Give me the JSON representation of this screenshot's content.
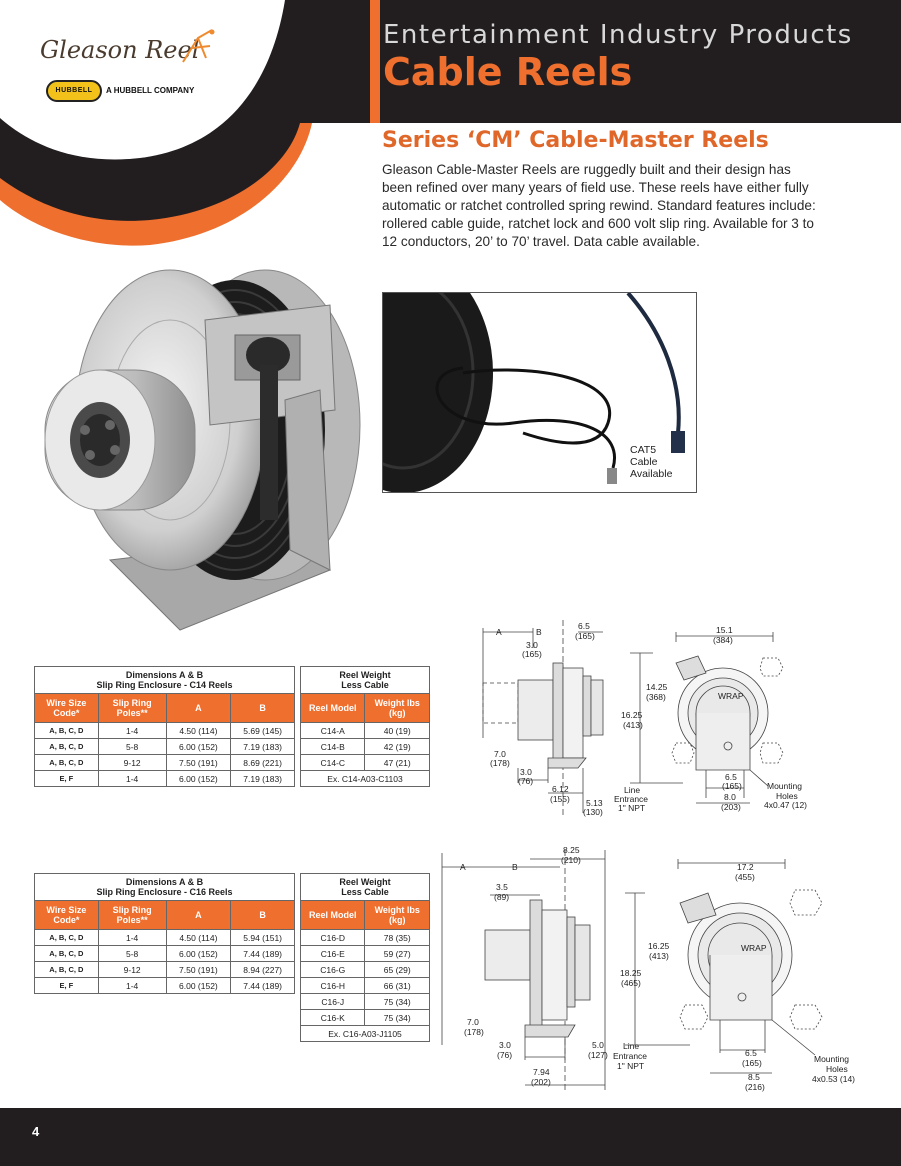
{
  "header": {
    "kicker": "Entertainment Industry Products",
    "title": "Cable Reels"
  },
  "brand": {
    "logo_text": "Gleason Reel",
    "badge": "HUBBELL",
    "subsidiary": "A HUBBELL COMPANY",
    "accent": "#ef6f2e",
    "dark": "#221e1f"
  },
  "intro": {
    "title": "Series ‘CM’ Cable-Master Reels",
    "body": "Gleason Cable-Master Reels are ruggedly built and their design has been refined over many years of field use. These reels have either fully automatic or ratchet controlled spring rewind. Standard features include: rollered cable guide, ratchet lock and 600 volt slip ring. Available for 3 to 12 conductors, 20’ to 70’ travel. Data cable available."
  },
  "cat5": {
    "caption_1": "CAT5",
    "caption_2": "Cable",
    "caption_3": "Available"
  },
  "c14_dim_table": {
    "caption_1": "Dimensions A & B",
    "caption_2": "Slip Ring Enclosure - C14 Reels",
    "col_1": "Wire Size Code*",
    "col_2": "Slip Ring Poles**",
    "col_3": "A",
    "col_4": "B",
    "rows": [
      {
        "code": "A, B, C, D",
        "poles": "1-4",
        "a": "4.50 (114)",
        "b": "5.69 (145)"
      },
      {
        "code": "A, B, C, D",
        "poles": "5-8",
        "a": "6.00 (152)",
        "b": "7.19 (183)"
      },
      {
        "code": "A, B, C, D",
        "poles": "9-12",
        "a": "7.50 (191)",
        "b": "8.69 (221)"
      },
      {
        "code": "E, F",
        "poles": "1-4",
        "a": "6.00 (152)",
        "b": "7.19 (183)"
      }
    ]
  },
  "c14_weight_table": {
    "caption_1": "Reel Weight",
    "caption_2": "Less Cable",
    "col_1": "Reel Model",
    "col_2": "Weight lbs (kg)",
    "rows": [
      {
        "model": "C14-A",
        "weight": "40 (19)"
      },
      {
        "model": "C14-B",
        "weight": "42 (19)"
      },
      {
        "model": "C14-C",
        "weight": "47 (21)"
      }
    ],
    "example": "Ex. C14-A03-C1103"
  },
  "c16_dim_table": {
    "caption_1": "Dimensions A & B",
    "caption_2": "Slip Ring Enclosure - C16 Reels",
    "col_1": "Wire Size Code*",
    "col_2": "Slip Ring Poles**",
    "col_3": "A",
    "col_4": "B",
    "rows": [
      {
        "code": "A, B, C, D",
        "poles": "1-4",
        "a": "4.50 (114)",
        "b": "5.94 (151)"
      },
      {
        "code": "A, B, C, D",
        "poles": "5-8",
        "a": "6.00 (152)",
        "b": "7.44 (189)"
      },
      {
        "code": "A, B, C, D",
        "poles": "9-12",
        "a": "7.50 (191)",
        "b": "8.94 (227)"
      },
      {
        "code": "E, F",
        "poles": "1-4",
        "a": "6.00 (152)",
        "b": "7.44 (189)"
      }
    ]
  },
  "c16_weight_table": {
    "caption_1": "Reel Weight",
    "caption_2": "Less Cable",
    "col_1": "Reel Model",
    "col_2": "Weight lbs (kg)",
    "rows": [
      {
        "model": "C16-D",
        "weight": "78 (35)"
      },
      {
        "model": "C16-E",
        "weight": "59 (27)"
      },
      {
        "model": "C16-G",
        "weight": "65 (29)"
      },
      {
        "model": "C16-H",
        "weight": "66 (31)"
      },
      {
        "model": "C16-J",
        "weight": "75 (34)"
      },
      {
        "model": "C16-K",
        "weight": "75 (34)"
      }
    ],
    "example": "Ex. C16-A03-J1105"
  },
  "drawing_c14": {
    "a": "A",
    "b": "B",
    "d1": "6.5",
    "d1m": "(165)",
    "d2": "3.0",
    "d2m": "(165)",
    "d3": "7.0",
    "d3m": "(178)",
    "d4": "3.0",
    "d4m": "(76)",
    "d5": "6.12",
    "d5m": "(155)",
    "d6": "5.13",
    "d6m": "(130)",
    "entry_1": "Line",
    "entry_2": "Entrance",
    "entry_3": "1\" NPT",
    "d7": "15.1",
    "d7m": "(384)",
    "d8": "14.25",
    "d8m": "(368)",
    "d9": "16.25",
    "d9m": "(413)",
    "wrap": "WRAP",
    "d10": "6.5",
    "d10m": "(165)",
    "d11": "8.0",
    "d11m": "(203)",
    "holes_1": "Mounting",
    "holes_2": "Holes",
    "holes_3": "4x0.47 (12)"
  },
  "drawing_c16": {
    "a": "A",
    "b": "B",
    "d1": "8.25",
    "d1m": "(210)",
    "d2": "3.5",
    "d2m": "(89)",
    "d3": "7.0",
    "d3m": "(178)",
    "d4": "3.0",
    "d4m": "(76)",
    "d5": "7.94",
    "d5m": "(202)",
    "d6": "5.0",
    "d6m": "(127)",
    "entry_1": "Line",
    "entry_2": "Entrance",
    "entry_3": "1\" NPT",
    "d7": "17.2",
    "d7m": "(455)",
    "d8": "16.25",
    "d8m": "(413)",
    "d9": "18.25",
    "d9m": "(465)",
    "wrap": "WRAP",
    "d10": "6.5",
    "d10m": "(165)",
    "d11": "8.5",
    "d11m": "(216)",
    "holes_1": "Mounting",
    "holes_2": "Holes",
    "holes_3": "4x0.53 (14)"
  },
  "footer": {
    "page": "4"
  }
}
